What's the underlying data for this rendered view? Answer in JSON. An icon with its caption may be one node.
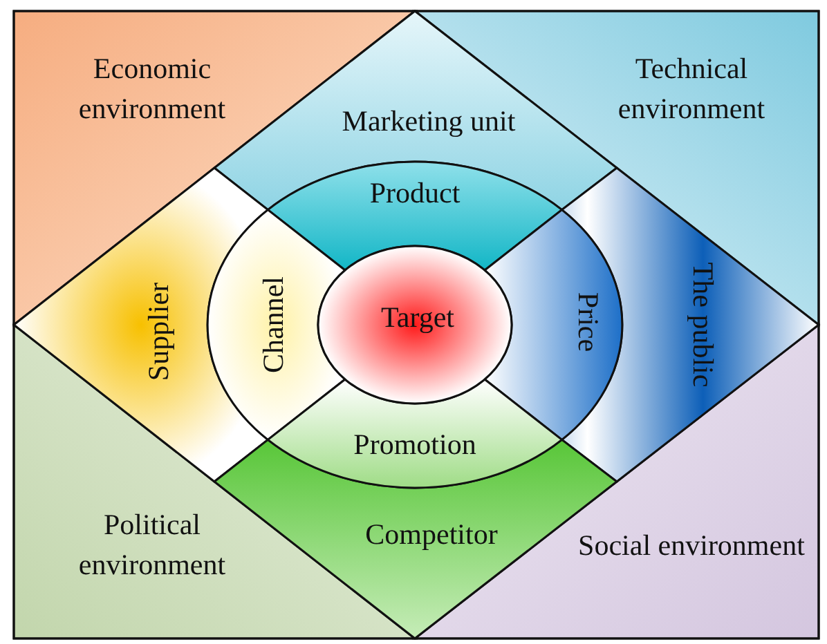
{
  "diagram": {
    "nodes": [
      {
        "text": [
          "Economic environment"
        ]
      },
      {
        "text": [
          "Technical environment"
        ]
      },
      {
        "text": [
          "Political environment"
        ]
      },
      {
        "text": [
          "Social environment"
        ]
      },
      {
        "text": [
          "Marketing unit"
        ]
      },
      {
        "text": [
          "Supplier"
        ]
      },
      {
        "text": [
          "The public"
        ]
      },
      {
        "text": [
          "Competitor"
        ]
      },
      {
        "text": [
          "Product"
        ]
      },
      {
        "text": [
          "Channel"
        ]
      },
      {
        "text": [
          "Price"
        ]
      },
      {
        "text": [
          "Promotion"
        ]
      },
      {
        "text": [
          "Target"
        ]
      }
    ]
  }
}
